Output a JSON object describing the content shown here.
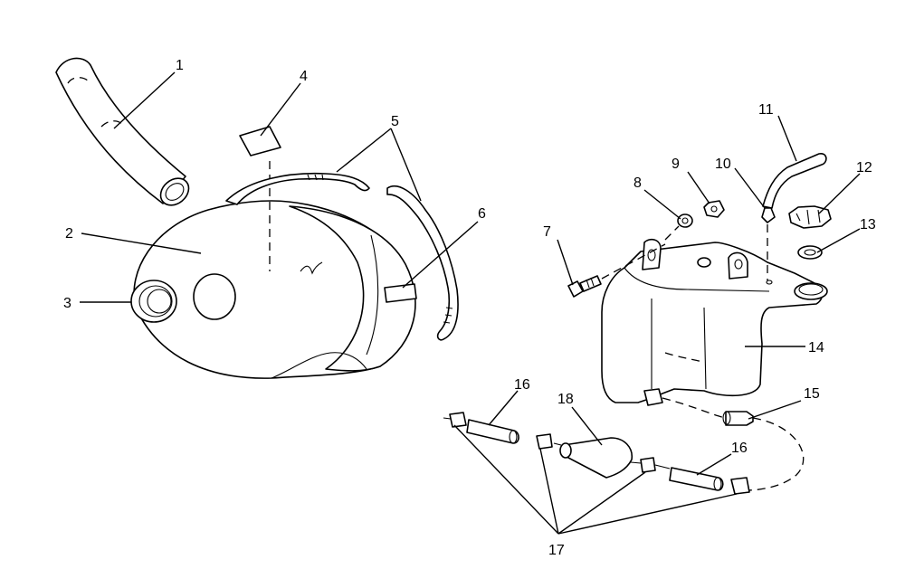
{
  "diagram": {
    "callouts": [
      {
        "id": "1",
        "text": "1"
      },
      {
        "id": "2",
        "text": "2"
      },
      {
        "id": "3",
        "text": "3"
      },
      {
        "id": "4",
        "text": "4"
      },
      {
        "id": "5",
        "text": "5"
      },
      {
        "id": "6",
        "text": "6"
      },
      {
        "id": "7",
        "text": "7"
      },
      {
        "id": "8",
        "text": "8"
      },
      {
        "id": "9",
        "text": "9"
      },
      {
        "id": "10",
        "text": "10"
      },
      {
        "id": "11",
        "text": "11"
      },
      {
        "id": "12",
        "text": "12"
      },
      {
        "id": "13",
        "text": "13"
      },
      {
        "id": "14",
        "text": "14"
      },
      {
        "id": "15",
        "text": "15"
      },
      {
        "id": "16a",
        "text": "16"
      },
      {
        "id": "16b",
        "text": "16"
      },
      {
        "id": "17",
        "text": "17"
      },
      {
        "id": "18",
        "text": "18"
      }
    ]
  }
}
